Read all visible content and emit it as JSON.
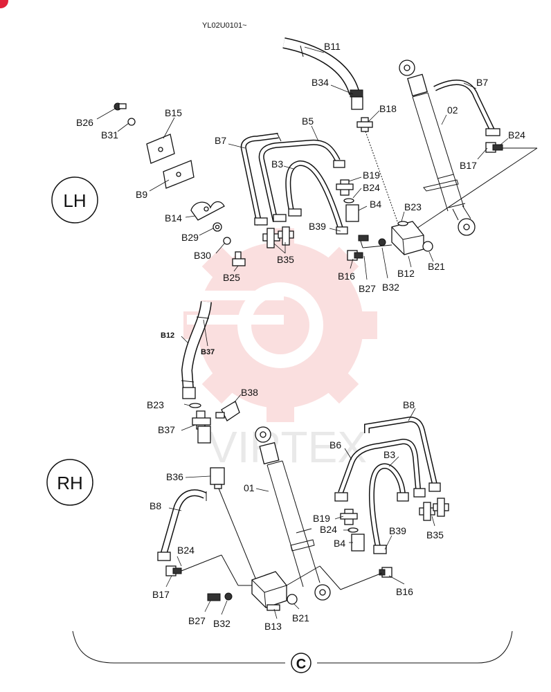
{
  "header": {
    "serial": "YL02U0101~"
  },
  "groups": {
    "lh": "LH",
    "rh": "RH",
    "section": "C"
  },
  "watermark": {
    "text": "VIRTEX",
    "color": "#f7c6c6"
  },
  "badge_color": "#e0223a",
  "labels": {
    "B11": "B11",
    "B34": "B34",
    "B18": "B18",
    "B7": "B7",
    "n02": "02",
    "B24": "B24",
    "B17": "B17",
    "B26": "B26",
    "B31": "B31",
    "B15": "B15",
    "B5": "B5",
    "B3": "B3",
    "B19": "B19",
    "B4": "B4",
    "B23": "B23",
    "B9": "B9",
    "B14": "B14",
    "B29": "B29",
    "B30": "B30",
    "B39": "B39",
    "B35": "B35",
    "B25": "B25",
    "B16": "B16",
    "B27": "B27",
    "B32": "B32",
    "B12": "B12",
    "B21": "B21",
    "B37": "B37",
    "B38": "B38",
    "B36": "B36",
    "n01": "01",
    "B8": "B8",
    "B6": "B6",
    "B13": "B13"
  }
}
